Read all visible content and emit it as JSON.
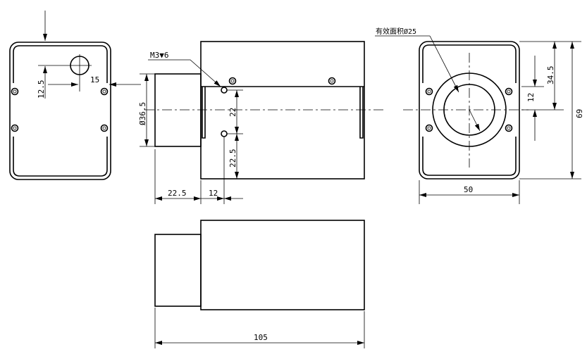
{
  "drawing": {
    "callouts": {
      "thread": "M3▼6",
      "effective_area": "有效面积Ø25"
    },
    "dimensions": {
      "left_hole_vertical": "12.5",
      "left_hole_horizontal": "15",
      "lens_diameter": "Ø36.5",
      "hole_spacing": "22",
      "hole_to_bottom": "22.5",
      "lens_length": "22.5",
      "hole_offset": "12",
      "width": "50",
      "height": "69",
      "center_height": "34.5",
      "center_offset": "12",
      "total_length": "105"
    },
    "colors": {
      "line": "#000000",
      "background": "#ffffff"
    }
  }
}
